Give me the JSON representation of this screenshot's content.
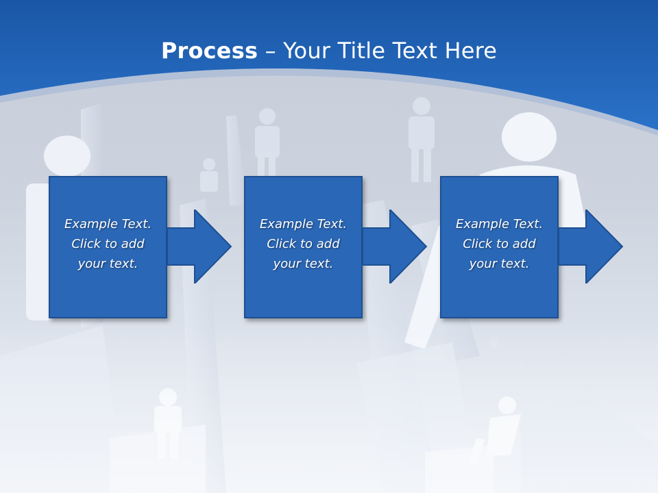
{
  "slide": {
    "title": {
      "bold": "Process",
      "separator": " – ",
      "rest": "Your Title Text Here"
    },
    "steps": [
      {
        "text": "Example Text.\nClick  to add\nyour text."
      },
      {
        "text": "Example Text.\nClick  to add\nyour text."
      },
      {
        "text": "Example Text.\nClick  to add\nyour text."
      }
    ]
  },
  "colors": {
    "header_blue": "#1f5fb0",
    "box_fill": "#2a67b6",
    "box_border": "#1d4f91",
    "text": "#ffffff"
  }
}
